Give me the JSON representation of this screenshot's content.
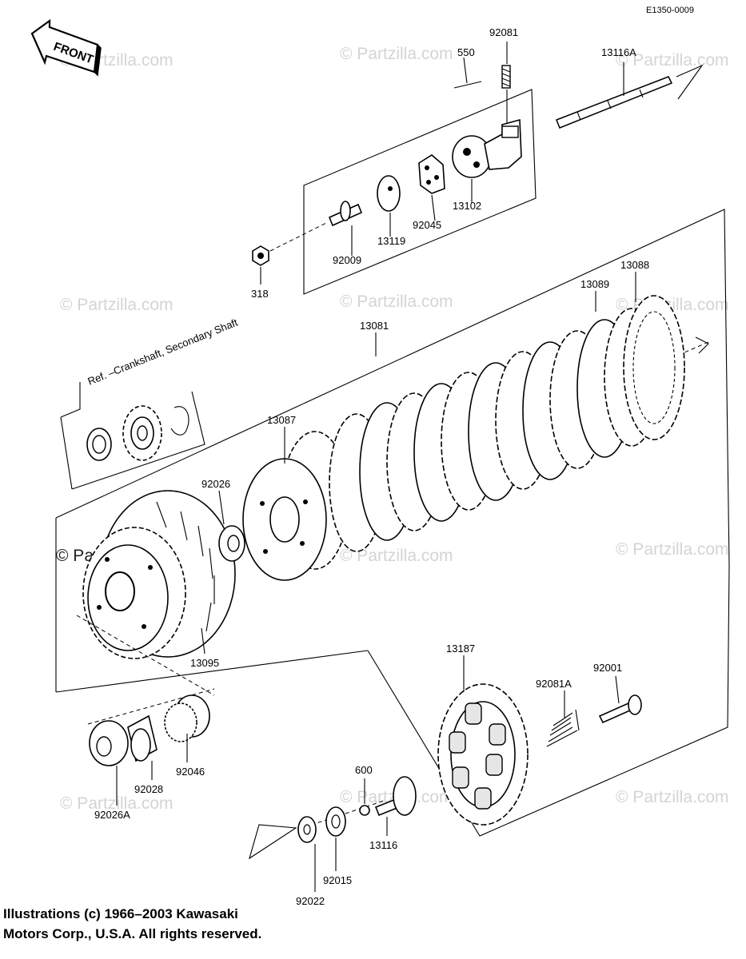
{
  "diagram_code": "E1350-0009",
  "front_label": "FRONT",
  "watermark": "© Partzilla.com",
  "ref_note": "Ref. –Crankshaft, Secondary Shaft",
  "parts": {
    "p92081": "92081",
    "p550": "550",
    "p13116A": "13116A",
    "p13102": "13102",
    "p92045": "92045",
    "p13119": "13119",
    "p92009": "92009",
    "p318": "318",
    "p13081": "13081",
    "p13088": "13088",
    "p13089": "13089",
    "p13087": "13087",
    "p92026": "92026",
    "p13095": "13095",
    "p13187": "13187",
    "p92081A": "92081A",
    "p92001": "92001",
    "p92026A": "92026A",
    "p92028": "92028",
    "p92046": "92046",
    "p600": "600",
    "p13116": "13116",
    "p92015": "92015",
    "p92022": "92022"
  },
  "copyright": {
    "line1": "Illustrations (c) 1966–2003 Kawasaki",
    "line2": "Motors Corp., U.S.A.  All rights reserved."
  }
}
